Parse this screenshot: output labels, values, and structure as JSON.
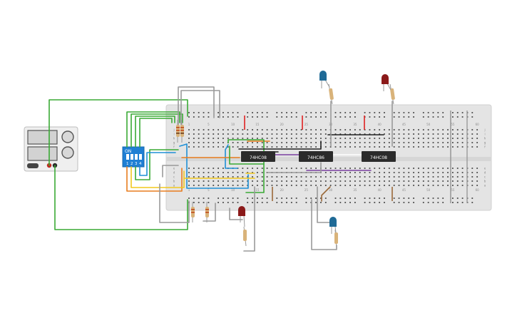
{
  "circuit": {
    "chips": [
      {
        "label": "74HC08"
      },
      {
        "label": "74HC86"
      },
      {
        "label": "74HC08"
      }
    ],
    "dip_switch": {
      "on_label": "ON",
      "position_labels": [
        "1",
        "2",
        "3",
        "4"
      ]
    },
    "breadboard": {
      "column_numbers": [
        "1",
        "5",
        "10",
        "15",
        "20",
        "25",
        "30",
        "35",
        "40",
        "45",
        "50",
        "55",
        "60"
      ],
      "row_letters_top": [
        "j",
        "i",
        "h",
        "g",
        "f"
      ],
      "row_letters_bottom": [
        "e",
        "d",
        "c",
        "b",
        "a"
      ]
    },
    "colors": {
      "wire_green": "#3aaa35",
      "wire_blue": "#1e90d6",
      "wire_orange": "#e87d1e",
      "wire_yellow": "#f2c81e",
      "wire_gray": "#9a9a9a",
      "wire_black": "#222222",
      "wire_purple": "#7a3fa0",
      "wire_brown": "#9c6a3a",
      "rail_red": "#e02020",
      "led_blue": "#1f6a96",
      "led_red": "#8b1a1a",
      "chip_body": "#2b2b2b",
      "switch_body": "#1f7fd4",
      "board": "#e4e4e4"
    }
  }
}
